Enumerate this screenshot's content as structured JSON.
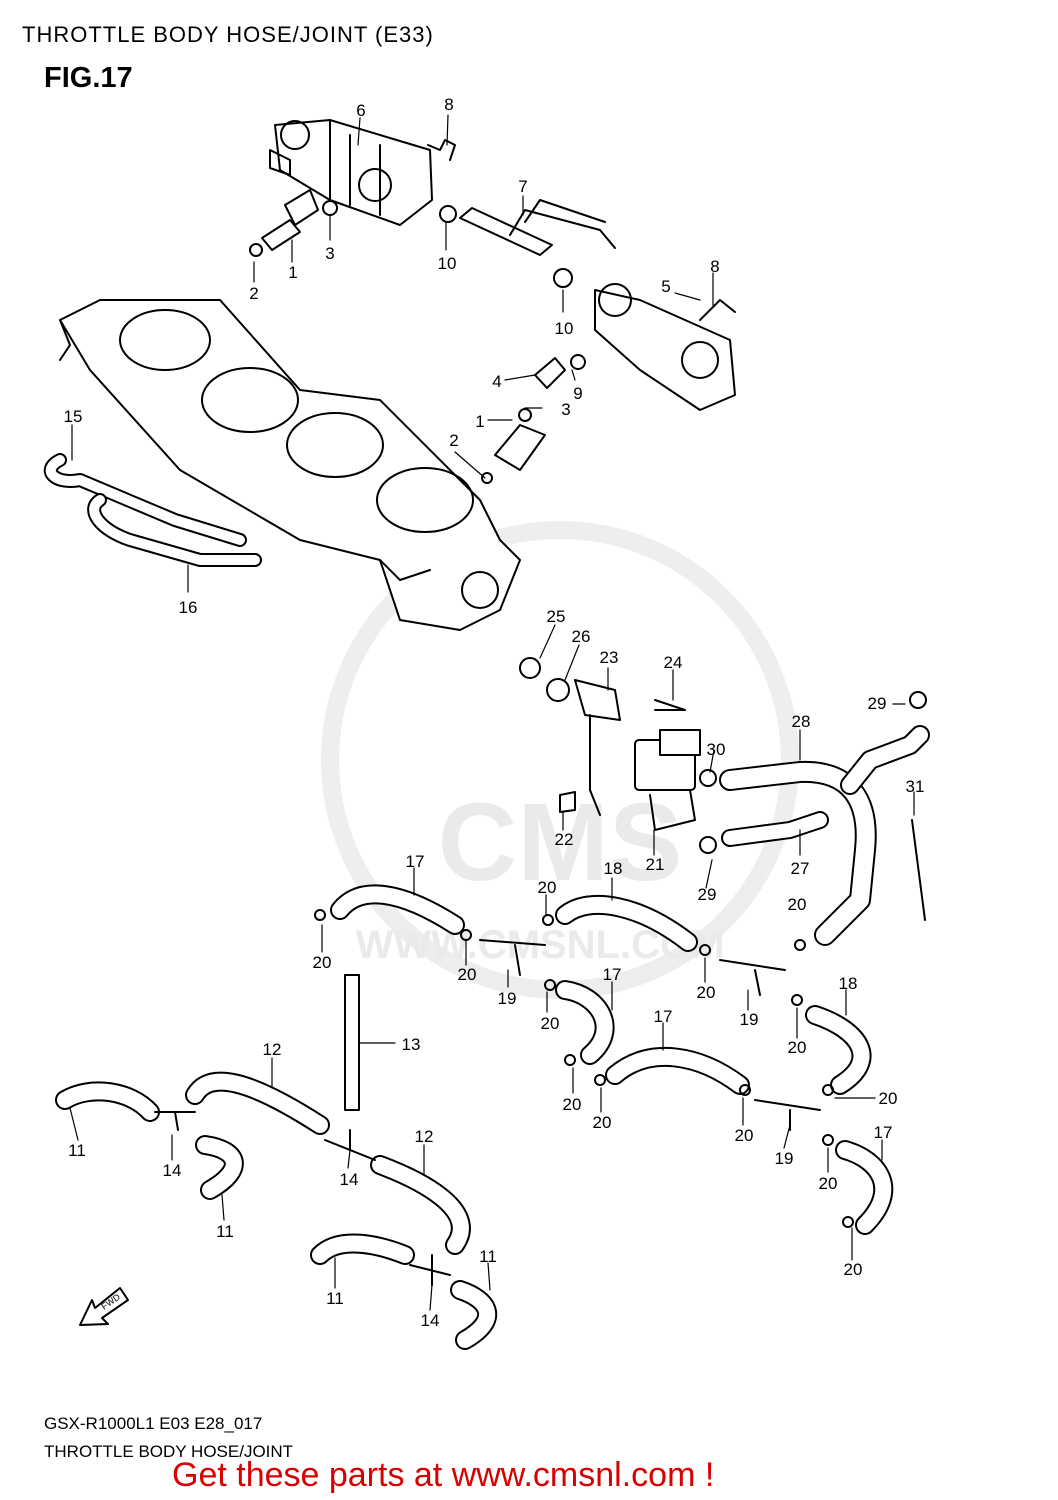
{
  "header": {
    "title": "THROTTLE BODY HOSE/JOINT (E33)",
    "figure": "FIG.17"
  },
  "watermark": {
    "logo_text": "CMS",
    "url_text": "WWW.CMSNL.COM"
  },
  "fwd_arrow": {
    "label": "FWD"
  },
  "callouts": [
    {
      "id": "c-6",
      "text": "6"
    },
    {
      "id": "c-8a",
      "text": "8"
    },
    {
      "id": "c-7",
      "text": "7"
    },
    {
      "id": "c-3a",
      "text": "3"
    },
    {
      "id": "c-1a",
      "text": "1"
    },
    {
      "id": "c-2a",
      "text": "2"
    },
    {
      "id": "c-10a",
      "text": "10"
    },
    {
      "id": "c-10b",
      "text": "10"
    },
    {
      "id": "c-8b",
      "text": "8"
    },
    {
      "id": "c-5",
      "text": "5"
    },
    {
      "id": "c-4",
      "text": "4"
    },
    {
      "id": "c-9",
      "text": "9"
    },
    {
      "id": "c-3b",
      "text": "3"
    },
    {
      "id": "c-1b",
      "text": "1"
    },
    {
      "id": "c-2b",
      "text": "2"
    },
    {
      "id": "c-15",
      "text": "15"
    },
    {
      "id": "c-16",
      "text": "16"
    },
    {
      "id": "c-25",
      "text": "25"
    },
    {
      "id": "c-26",
      "text": "26"
    },
    {
      "id": "c-23",
      "text": "23"
    },
    {
      "id": "c-24",
      "text": "24"
    },
    {
      "id": "c-29a",
      "text": "29"
    },
    {
      "id": "c-28",
      "text": "28"
    },
    {
      "id": "c-30",
      "text": "30"
    },
    {
      "id": "c-31",
      "text": "31"
    },
    {
      "id": "c-22",
      "text": "22"
    },
    {
      "id": "c-21",
      "text": "21"
    },
    {
      "id": "c-27",
      "text": "27"
    },
    {
      "id": "c-29b",
      "text": "29"
    },
    {
      "id": "c-17a",
      "text": "17"
    },
    {
      "id": "c-18a",
      "text": "18"
    },
    {
      "id": "c-20a",
      "text": "20"
    },
    {
      "id": "c-20b",
      "text": "20"
    },
    {
      "id": "c-20c",
      "text": "20"
    },
    {
      "id": "c-20d",
      "text": "20"
    },
    {
      "id": "c-19a",
      "text": "19"
    },
    {
      "id": "c-17b",
      "text": "17"
    },
    {
      "id": "c-20e",
      "text": "20"
    },
    {
      "id": "c-20f",
      "text": "20"
    },
    {
      "id": "c-19b",
      "text": "19"
    },
    {
      "id": "c-18b",
      "text": "18"
    },
    {
      "id": "c-20g",
      "text": "20"
    },
    {
      "id": "c-13",
      "text": "13"
    },
    {
      "id": "c-12a",
      "text": "12"
    },
    {
      "id": "c-17c",
      "text": "17"
    },
    {
      "id": "c-20h",
      "text": "20"
    },
    {
      "id": "c-20i",
      "text": "20"
    },
    {
      "id": "c-20j",
      "text": "20"
    },
    {
      "id": "c-20k",
      "text": "20"
    },
    {
      "id": "c-11a",
      "text": "11"
    },
    {
      "id": "c-14a",
      "text": "14"
    },
    {
      "id": "c-11b",
      "text": "11"
    },
    {
      "id": "c-14b",
      "text": "14"
    },
    {
      "id": "c-12b",
      "text": "12"
    },
    {
      "id": "c-19c",
      "text": "19"
    },
    {
      "id": "c-17d",
      "text": "17"
    },
    {
      "id": "c-20l",
      "text": "20"
    },
    {
      "id": "c-20m",
      "text": "20"
    },
    {
      "id": "c-11c",
      "text": "11"
    },
    {
      "id": "c-11d",
      "text": "11"
    },
    {
      "id": "c-14c",
      "text": "14"
    }
  ],
  "footer": {
    "code": "GSX-R1000L1 E03 E28_017",
    "name": "THROTTLE BODY HOSE/JOINT",
    "promo": "Get these parts at www.cmsnl.com !"
  }
}
